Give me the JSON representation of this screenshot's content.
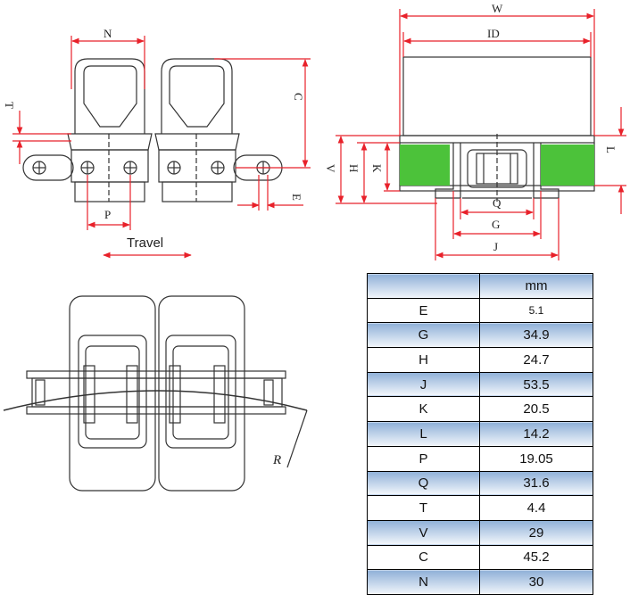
{
  "labels": {
    "W": "W",
    "ID": "ID",
    "N": "N",
    "T": "T",
    "C": "C",
    "E": "E",
    "P": "P",
    "V": "V",
    "H": "H",
    "K": "K",
    "L": "L",
    "Q": "Q",
    "G": "G",
    "J": "J",
    "R": "R",
    "travel": "Travel"
  },
  "table": {
    "header": [
      "",
      "mm"
    ],
    "rows": [
      {
        "key": "E",
        "value": "5.1"
      },
      {
        "key": "G",
        "value": "34.9"
      },
      {
        "key": "H",
        "value": "24.7"
      },
      {
        "key": "J",
        "value": "53.5"
      },
      {
        "key": "K",
        "value": "20.5"
      },
      {
        "key": "L",
        "value": "14.2"
      },
      {
        "key": "P",
        "value": "19.05"
      },
      {
        "key": "Q",
        "value": "31.6"
      },
      {
        "key": "T",
        "value": "4.4"
      },
      {
        "key": "V",
        "value": "29"
      },
      {
        "key": "C",
        "value": "45.2"
      },
      {
        "key": "N",
        "value": "30"
      }
    ]
  },
  "colors": {
    "dimension": "#e8212a",
    "pad": "#4cc23a",
    "line": "#333333",
    "table_shade": "#8fb0d8"
  }
}
